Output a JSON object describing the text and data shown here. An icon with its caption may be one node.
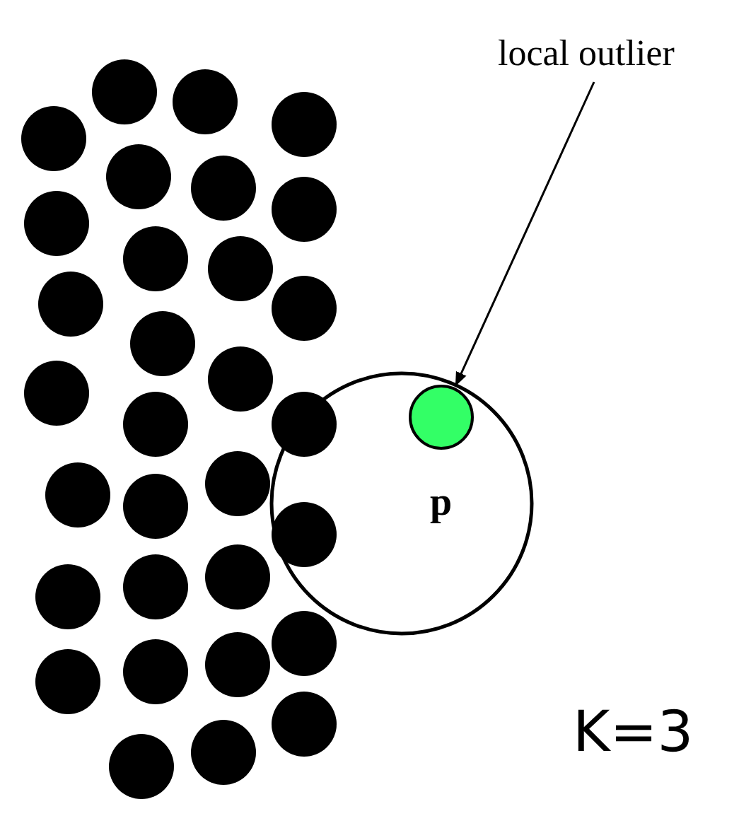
{
  "diagram": {
    "nodes": [
      {
        "text": [
          "local outlier"
        ]
      },
      {
        "text": [],
        "shape": "circle",
        "beside": [
          "p"
        ]
      }
    ],
    "edges": [
      {
        "from": 0,
        "to": 1,
        "arrow": "to"
      }
    ],
    "labels": [
      "K=3"
    ]
  }
}
